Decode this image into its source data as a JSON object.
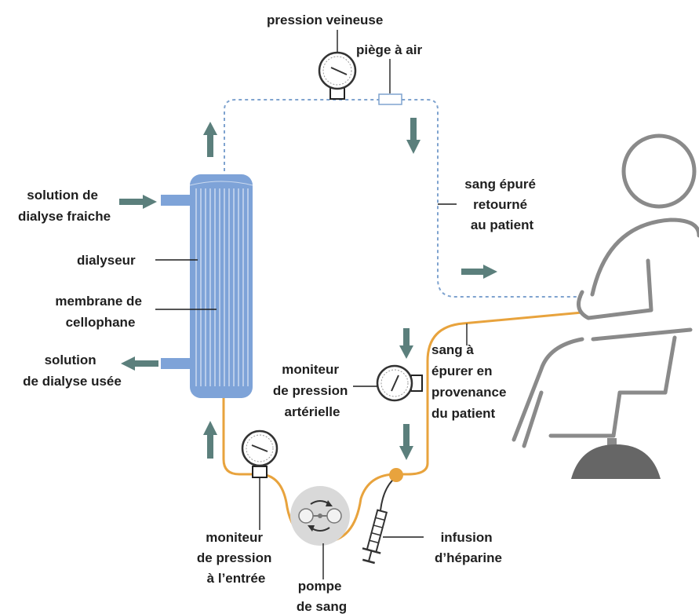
{
  "labels": {
    "venous_pressure": "pression veineuse",
    "air_trap": "piège à air",
    "fresh_solution": [
      "solution de",
      "dialyse fraiche"
    ],
    "dialyzer": "dialyseur",
    "membrane": [
      "membrane de",
      "cellophane"
    ],
    "used_solution": [
      "solution",
      "de dialyse usée"
    ],
    "clean_blood": [
      "sang épuré",
      "retourné",
      "au patient"
    ],
    "arterial_monitor": [
      "moniteur",
      "de pression",
      "artérielle"
    ],
    "blood_from_patient": [
      "sang à",
      "épurer en",
      "provenance",
      "du patient"
    ],
    "inlet_monitor": [
      "moniteur",
      "de pression",
      "à l’entrée"
    ],
    "blood_pump": [
      "pompe",
      "de sang"
    ],
    "heparin": [
      "infusion",
      "d’héparine"
    ]
  },
  "colors": {
    "dialyzer": "#7ea3d8",
    "tube_arterial": "#e8a33d",
    "tube_venous": "#7fa3cf",
    "flow_arrow": "#5b7f7c",
    "person": "#8a8a8a"
  },
  "icons": [
    "pressure-gauge-icon",
    "syringe-icon",
    "pump-icon",
    "patient-chair-icon"
  ]
}
